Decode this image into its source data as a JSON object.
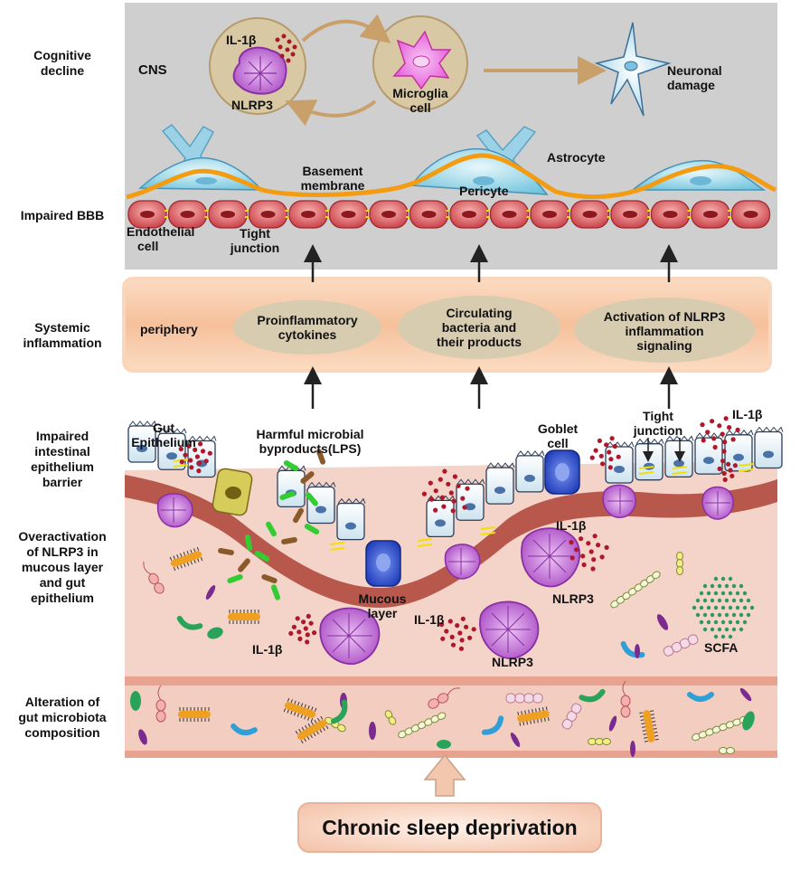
{
  "side_labels": {
    "cognitive_decline": [
      "Cognitive",
      "decline"
    ],
    "impaired_bbb": "Impaired BBB",
    "systemic_inflammation": [
      "Systemic",
      "inflammation"
    ],
    "impaired_barrier": [
      "Impaired",
      "intestinal",
      "epithelium",
      "barrier"
    ],
    "overactivation": [
      "Overactivation",
      "of NLRP3 in",
      "mucous layer",
      "and gut",
      "epithelium"
    ],
    "alteration": [
      "Alteration of",
      "gut microbiota",
      "composition"
    ]
  },
  "cns": {
    "region_label": "CNS",
    "il1b": "IL-1β",
    "nlrp3": "NLRP3",
    "microglia": [
      "Microglia",
      "cell"
    ],
    "neuronal_damage": [
      "Neuronal",
      "damage"
    ]
  },
  "bbb": {
    "basement_membrane": [
      "Basement",
      "membrane"
    ],
    "astrocyte": "Astrocyte",
    "pericyte": "Pericyte",
    "endothelial": [
      "Endothelial",
      "cell"
    ],
    "tight_junction": [
      "Tight",
      "junction"
    ]
  },
  "periphery": {
    "label": "periphery",
    "ovals": [
      [
        "Proinflammatory",
        "cytokines"
      ],
      [
        "Circulating",
        "bacteria and",
        "their products"
      ],
      [
        "Activation of NLRP3",
        "inflammation",
        "signaling"
      ]
    ]
  },
  "gut": {
    "gut_epithelium": [
      "Gut",
      "Epithelium"
    ],
    "harmful": [
      "Harmful microbial",
      "byproducts(LPS)"
    ],
    "goblet": [
      "Goblet",
      "cell"
    ],
    "tight_junction": [
      "Tight",
      "junction"
    ],
    "il1b_top": "IL-1β",
    "mucous_layer": [
      "Mucous",
      "layer"
    ],
    "il1b_mid": "IL-1β",
    "nlrp3_mid": "NLRP3",
    "il1b_left": "IL-1β",
    "il1b_center": "IL-1β",
    "nlrp3_bottom": "NLRP3",
    "scfa": "SCFA"
  },
  "trigger": "Chronic sleep deprivation",
  "colors": {
    "cns_bg": "#cfcfcf",
    "periphery_bg": "#f8c9a4",
    "oval": "#d9cfb4",
    "tissue": "#f3d2c6",
    "mucosa": "#b9574b",
    "endothelial": "#d9535a",
    "pericyte_membrane": "#f5a800",
    "astrocyte": "#8ecfe6",
    "inflammasome": "#b24fc5",
    "il1b_dots": "#b0172a",
    "goblet": "#2c4fd1",
    "arrow_up": "#f0c2a8"
  }
}
